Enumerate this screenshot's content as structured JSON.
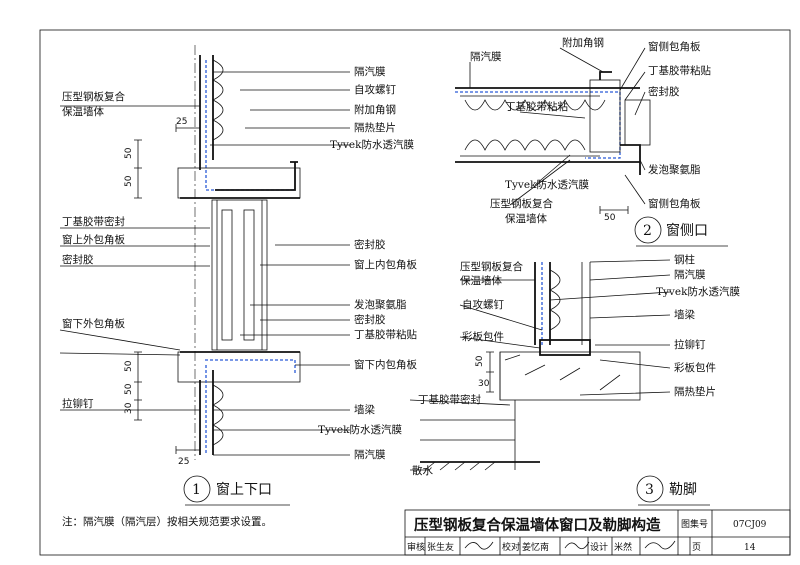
{
  "labels_d1_right": [
    "隔汽膜",
    "自攻螺钉",
    "附加角钢",
    "隔热垫片",
    "Tyvek防水透汽膜",
    "密封胶",
    "窗上内包角板",
    "发泡聚氨脂",
    "密封胶",
    "丁基胶带粘贴",
    "窗下内包角板",
    "墙梁",
    "Tyvek防水透汽膜",
    "隔汽膜"
  ],
  "labels_d1_left": [
    "压型钢板复合",
    "保温墙体",
    "丁基胶带密封",
    "窗上外包角板",
    "密封胶",
    "窗下外包角板",
    "拉铆钉"
  ],
  "labels_d2": [
    "隔汽膜",
    "附加角钢",
    "窗侧包角板",
    "丁基胶带粘贴",
    "密封胶",
    "丁基胶带粘粘",
    "发泡聚氨脂",
    "Tyvek防水透汽膜",
    "压型钢板复合",
    "保温墙体",
    "窗侧包角板"
  ],
  "labels_d3_right": [
    "钢柱",
    "隔汽膜",
    "Tyvek防水透汽膜",
    "墙梁",
    "拉铆钉",
    "彩板包件",
    "隔热垫片"
  ],
  "labels_d3_left": [
    "压型钢板复合",
    "保温墙体",
    "自攻螺钉",
    "彩板包件",
    "丁基胶带密封",
    "散水"
  ],
  "dims": [
    "25",
    "50",
    "50",
    "50",
    "50",
    "30",
    "25",
    "50",
    "50",
    "30"
  ],
  "details": [
    {
      "num": "1",
      "name": "窗上下口"
    },
    {
      "num": "2",
      "name": "窗侧口"
    },
    {
      "num": "3",
      "name": "勒脚"
    }
  ],
  "note": "注：隔汽膜（隔汽层）按相关规范要求设置。",
  "title": "压型钢板复合保温墙体窗口及勒脚构造",
  "atlas_label": "图集号",
  "atlas_no": "07CJ09",
  "page_label": "页",
  "page_no": "14",
  "sign_row": [
    "审核",
    "张生友",
    "校对",
    "姜忆南",
    "设计",
    "米然"
  ]
}
